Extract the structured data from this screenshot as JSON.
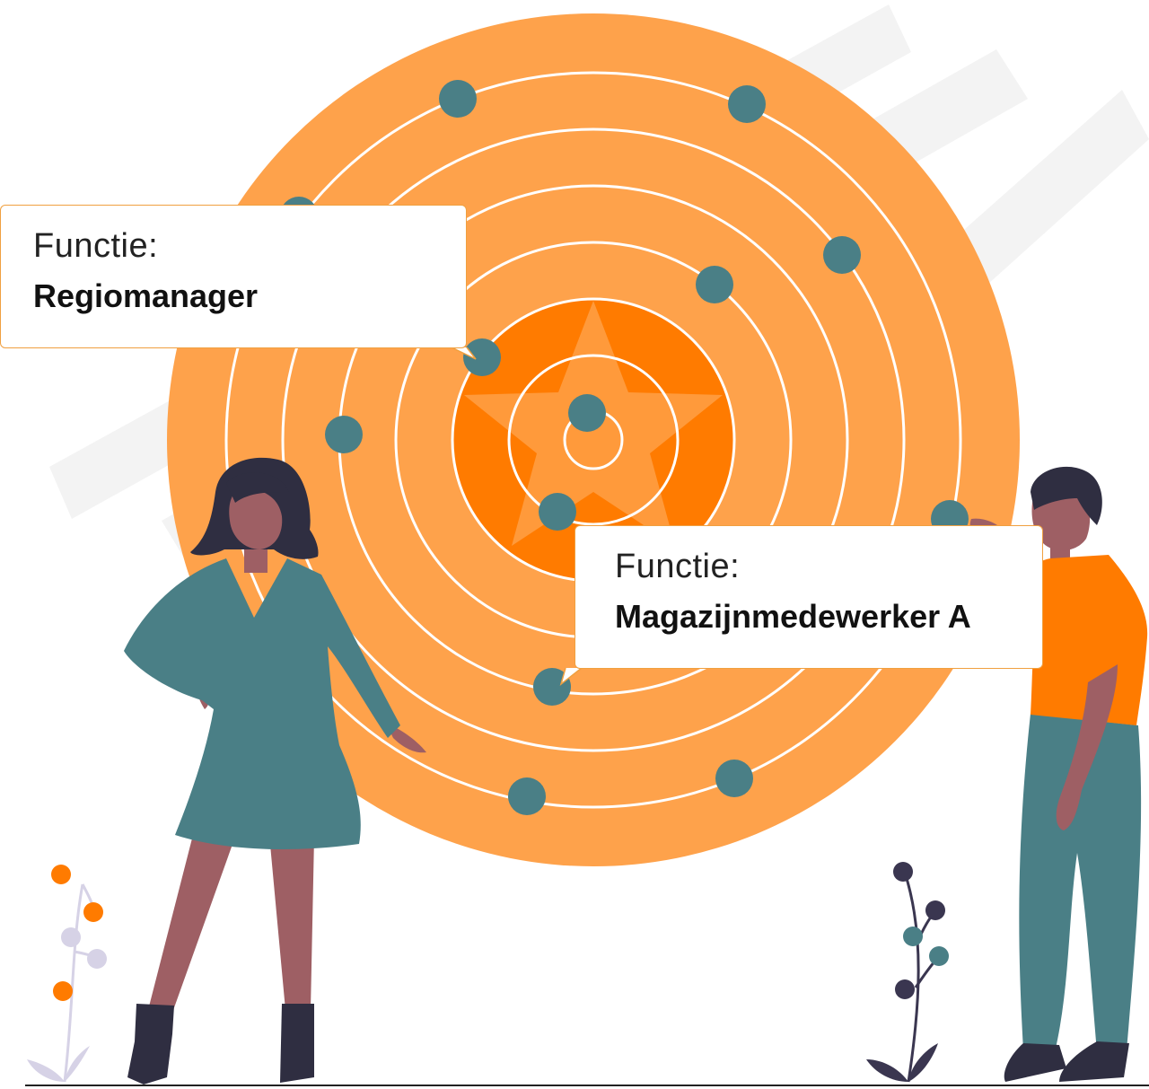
{
  "callouts": [
    {
      "label": "Functie:",
      "value": "Regiomanager"
    },
    {
      "label": "Functie:",
      "value": "Magazijnmedewerker A"
    }
  ],
  "colors": {
    "target_outer": "#fea24b",
    "target_inner": "#ff7b00",
    "star": "#ff9a3b",
    "ring_line": "#ffffff",
    "dot": "#4a7f86",
    "backdrop_stripe": "#f3f3f3",
    "skin": "#9e5f64",
    "hair": "#2f2e41",
    "dress": "#4a7f86",
    "shirt": "#ff7b00",
    "pants": "#4a7f86",
    "plant_orange": "#ff7b00",
    "plant_lavender": "#d6d2e6",
    "plant_dark": "#3a3650",
    "plant_teal": "#4a7f86",
    "ground": "#222222"
  }
}
